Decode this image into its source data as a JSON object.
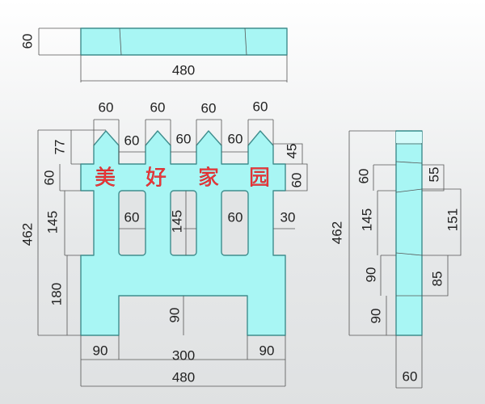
{
  "top_view": {
    "height": "60",
    "width": "480"
  },
  "front_view": {
    "picket_widths": [
      "60",
      "60",
      "60",
      "60"
    ],
    "gap_widths": [
      "60",
      "60",
      "60"
    ],
    "tip_height": "77",
    "rail_height": "60",
    "slot_height": "145",
    "base_height": "180",
    "total_height": "462",
    "right_tip": "45",
    "right_rail": "60",
    "right_notch": "30",
    "slot_width_left": "60",
    "slot_height_center": "145",
    "slot_width_right": "60",
    "arch_height": "90",
    "leg_left": "90",
    "arch_width": "300",
    "leg_right": "90",
    "total_width": "480",
    "slogan": [
      "美",
      "好",
      "家",
      "园"
    ]
  },
  "side_view": {
    "total_height": "462",
    "left_dims": [
      "60",
      "145",
      "90",
      "90"
    ],
    "right_dims": [
      "55",
      "151",
      "85"
    ],
    "thickness": "60"
  },
  "colors": {
    "panel": "#a8f6f4",
    "slogan": "#f0383c"
  }
}
